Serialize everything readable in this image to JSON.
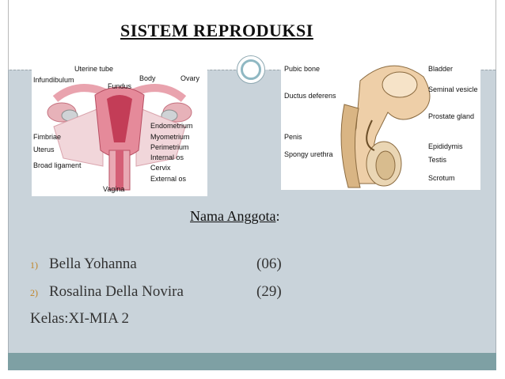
{
  "title": "SISTEM REPRODUKSI",
  "female_diagram": {
    "labels": [
      "Uterine tube",
      "Infundibulum",
      "Fundus",
      "Body",
      "Ovary",
      "Fimbriae",
      "Endometrium",
      "Myometrium",
      "Perimetrium",
      "Uterus",
      "Internal os",
      "Broad ligament",
      "Cervix",
      "External os",
      "Vagina"
    ]
  },
  "male_diagram": {
    "labels": [
      "Pubic bone",
      "Bladder",
      "Ductus deferens",
      "Seminal vesicle",
      "Prostate gland",
      "Penis",
      "Epididymis",
      "Spongy urethra",
      "Testis",
      "Scrotum"
    ]
  },
  "members": {
    "heading": "Nama Anggota",
    "heading_suffix": ":",
    "list": [
      {
        "number": "1)",
        "name": "Bella Yohanna",
        "code": "(06)"
      },
      {
        "number": "2)",
        "name": "Rosalina Della Novira",
        "code": "(29)"
      }
    ],
    "class_label": "Kelas:XI-MIA 2"
  },
  "colors": {
    "panel": "#c9d3da",
    "bottom_bar": "#7ea0a4",
    "list_number": "#c0852a"
  }
}
